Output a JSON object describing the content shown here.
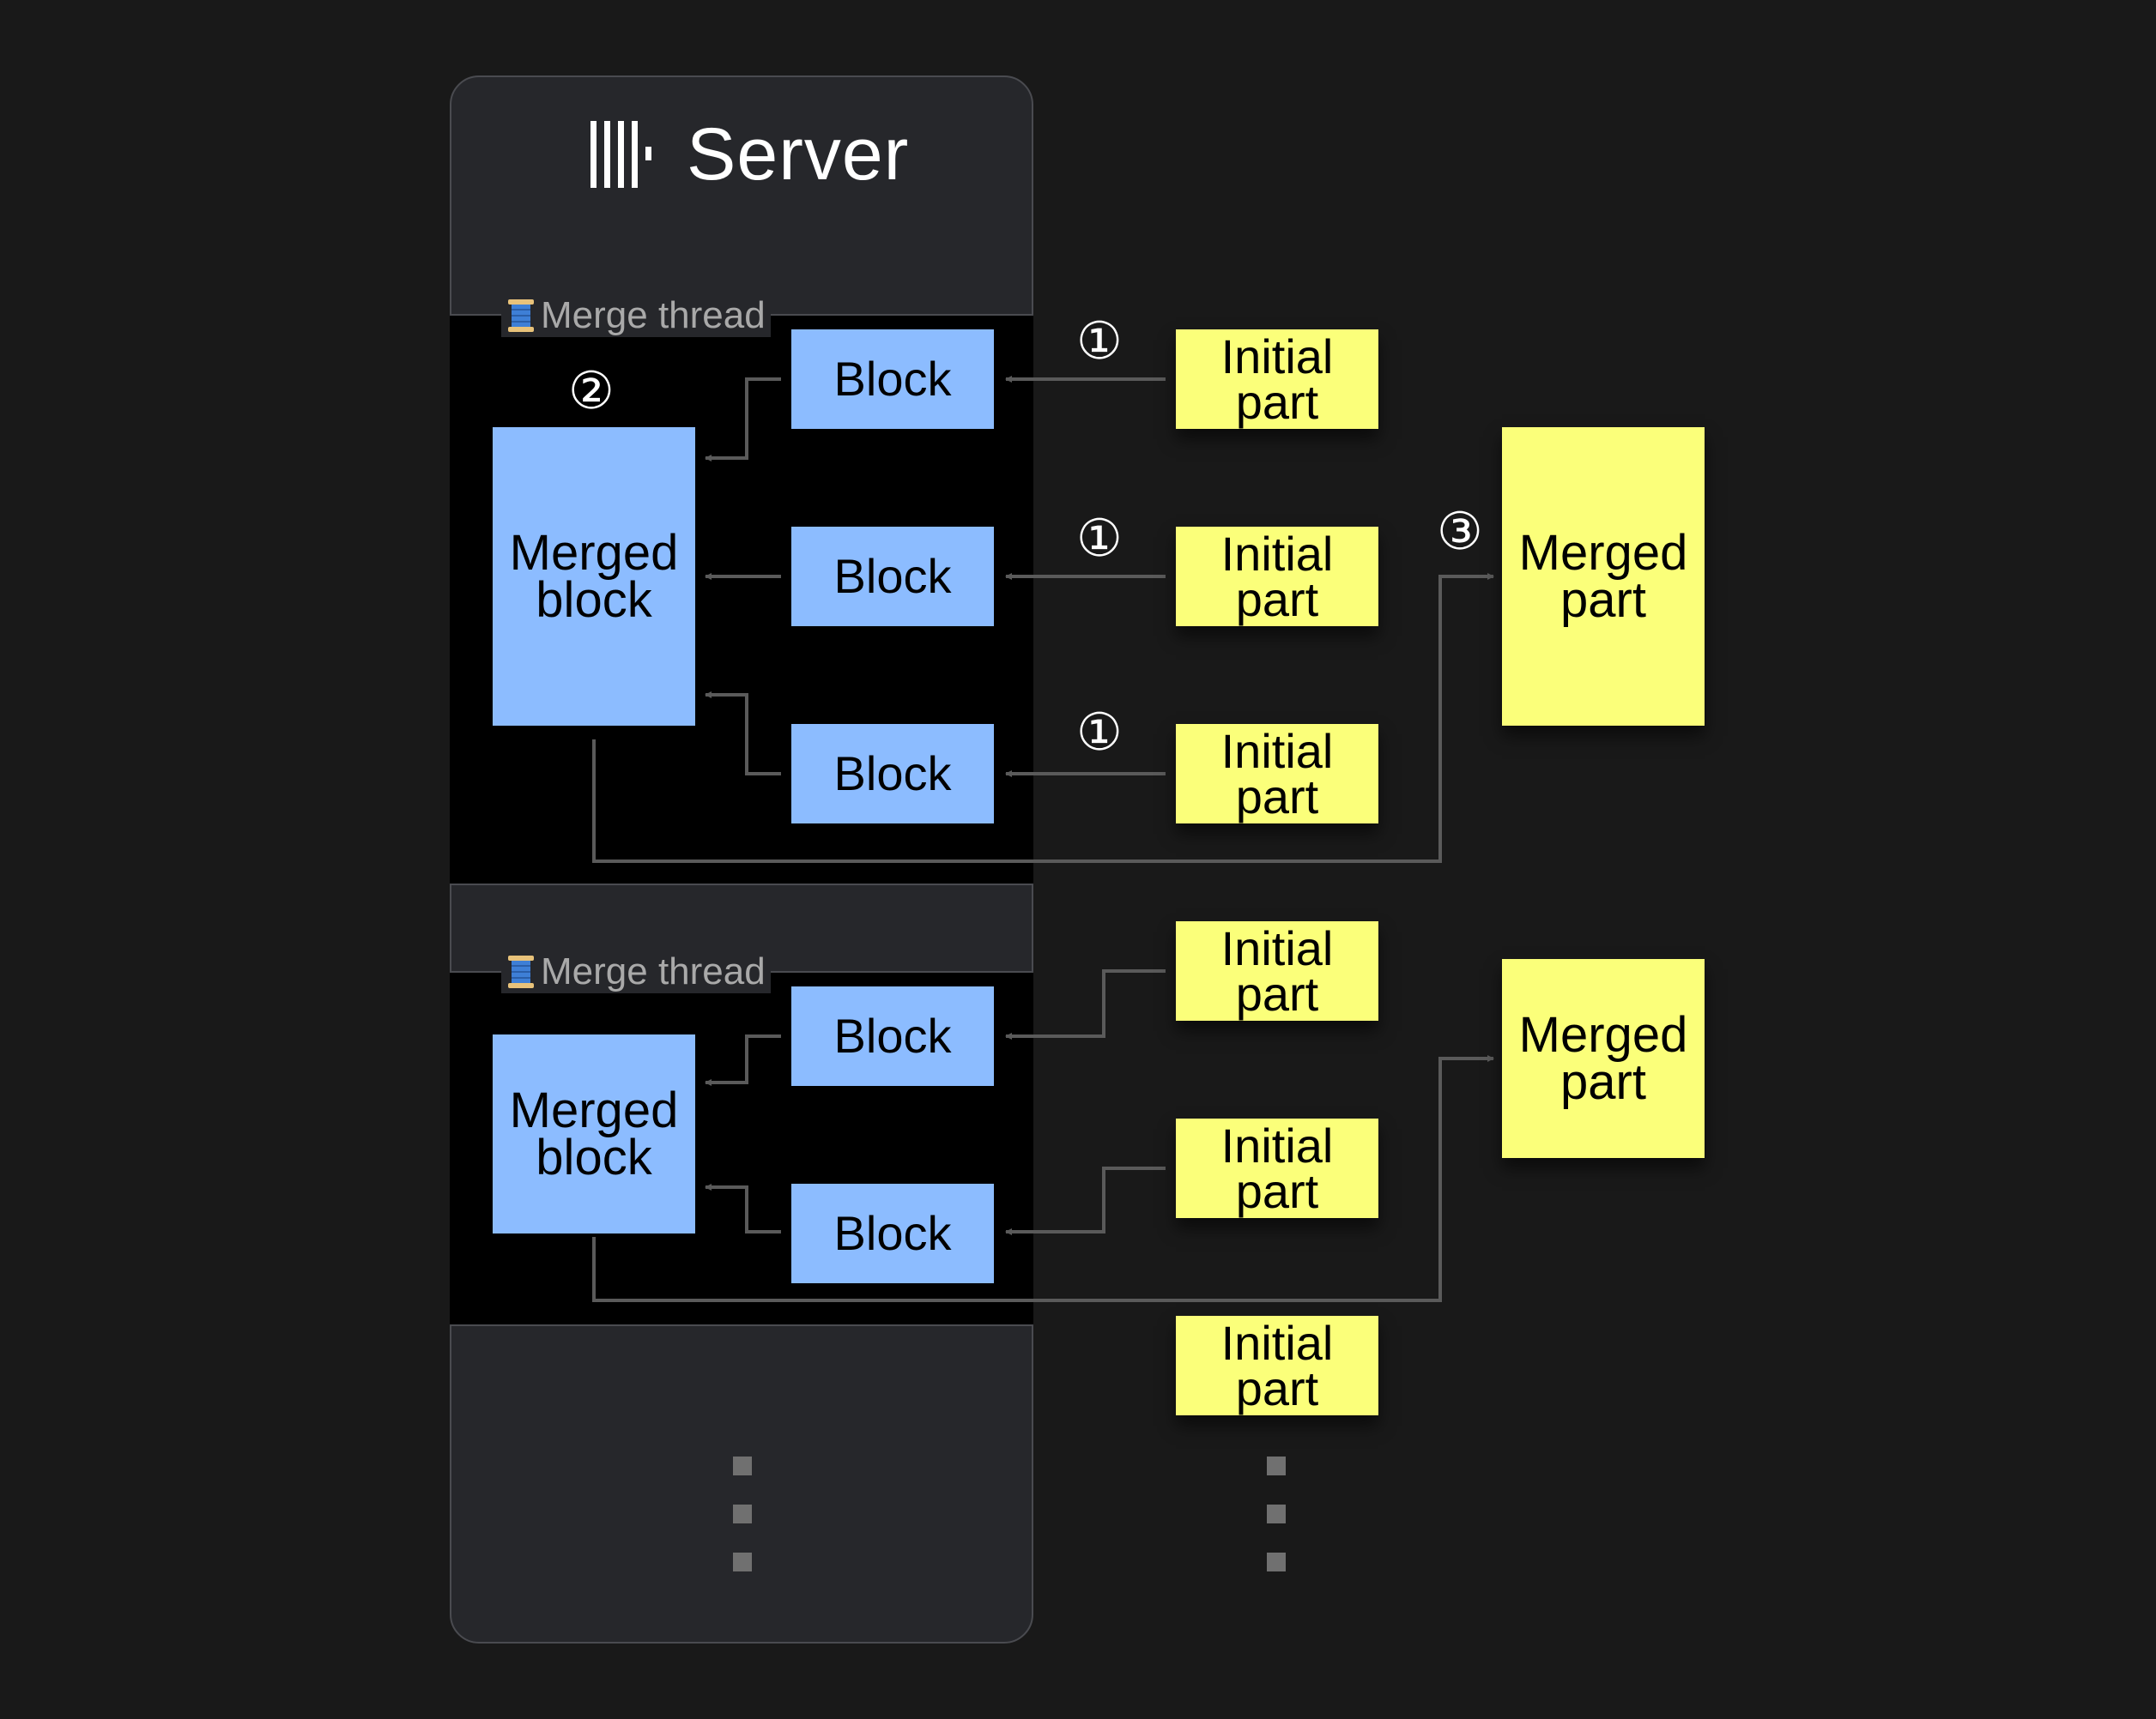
{
  "server": {
    "title": "Server",
    "logo_icon": "clickhouse-logo-icon"
  },
  "merge_threads": [
    {
      "label": "Merge thread",
      "icon": "spool-of-thread-icon",
      "merged_block": [
        "Merged",
        "block"
      ],
      "blocks": [
        "Block",
        "Block",
        "Block"
      ]
    },
    {
      "label": "Merge thread",
      "icon": "spool-of-thread-icon",
      "merged_block": [
        "Merged",
        "block"
      ],
      "blocks": [
        "Block",
        "Block"
      ]
    }
  ],
  "initial_parts": [
    [
      "Initial",
      "part"
    ],
    [
      "Initial",
      "part"
    ],
    [
      "Initial",
      "part"
    ],
    [
      "Initial",
      "part"
    ],
    [
      "Initial",
      "part"
    ],
    [
      "Initial",
      "part"
    ]
  ],
  "merged_parts": [
    [
      "Merged",
      "part"
    ],
    [
      "Merged",
      "part"
    ]
  ],
  "step_markers": {
    "step1_a": "①",
    "step1_b": "①",
    "step1_c": "①",
    "step2": "②",
    "step3": "③"
  },
  "colors": {
    "background": "#191919",
    "server_card": "#26272b",
    "thread_bg": "#000000",
    "block_blue": "#8cbcff",
    "part_yellow": "#fbff7a",
    "connector": "#5a5a5a",
    "text_white": "#ffffff",
    "label_gray": "#a9a9a9"
  }
}
